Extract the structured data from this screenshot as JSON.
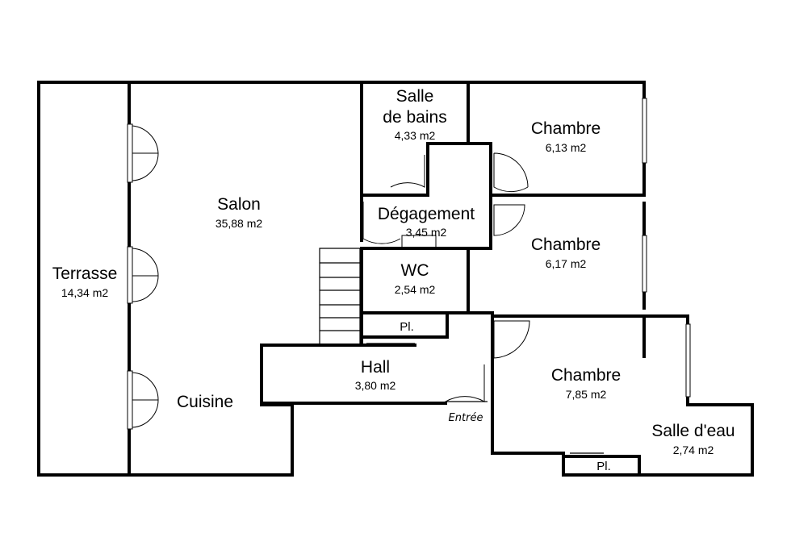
{
  "rooms": {
    "terrasse": {
      "name": "Terrasse",
      "area": "14,34 m2"
    },
    "salon": {
      "name": "Salon",
      "area": "35,88 m2"
    },
    "cuisine": {
      "name": "Cuisine"
    },
    "salle_de_bains": {
      "name_line1": "Salle",
      "name_line2": "de bains",
      "area": "4,33 m2"
    },
    "degagement": {
      "name": "Dégagement",
      "area": "3,45 m2"
    },
    "wc": {
      "name": "WC",
      "area": "2,54 m2"
    },
    "chambre_1": {
      "name": "Chambre",
      "area": "6,13 m2"
    },
    "chambre_2": {
      "name": "Chambre",
      "area": "6,17 m2"
    },
    "chambre_3": {
      "name": "Chambre",
      "area": "7,85 m2"
    },
    "hall": {
      "name": "Hall",
      "area": "3,80 m2"
    },
    "salle_d_eau": {
      "name": "Salle d'eau",
      "area": "2,74 m2"
    },
    "placard_1": {
      "name": "Pl."
    },
    "placard_2": {
      "name": "Pl."
    }
  },
  "entrance": {
    "label": "Entrée"
  },
  "colors": {
    "wall": "#000000",
    "background": "#ffffff"
  }
}
